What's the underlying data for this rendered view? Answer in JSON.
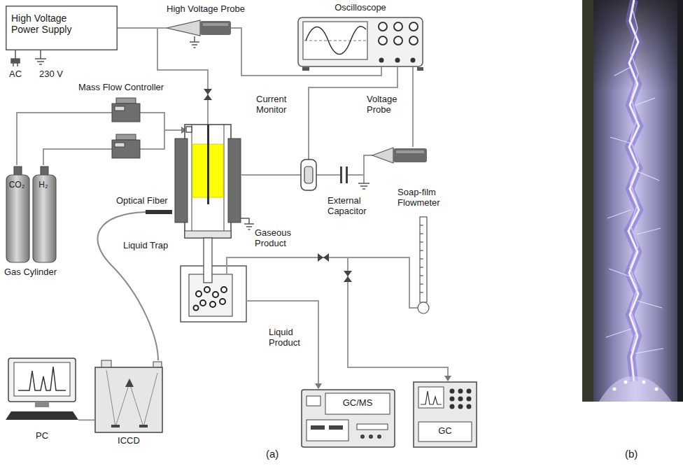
{
  "diagram": {
    "nodes": [
      {
        "text": [
          "High Voltage Power Supply"
        ]
      },
      {
        "text": [
          "High Voltage Probe"
        ]
      },
      {
        "text": [
          "Oscilloscope"
        ]
      },
      {
        "text": [
          "Current Monitor"
        ]
      },
      {
        "text": [
          "Voltage Probe"
        ]
      },
      {
        "text": [
          "CO₂"
        ]
      },
      {
        "text": [
          "H₂"
        ]
      },
      {
        "text": [
          "PC"
        ]
      },
      {
        "text": [
          "ICCD"
        ]
      },
      {
        "text": [
          "GC/MS"
        ]
      },
      {
        "text": [
          "GC"
        ]
      }
    ],
    "edges": [
      {
        "from": 0,
        "to": 1,
        "arrow": "none"
      },
      {
        "from": 1,
        "to": 2,
        "arrow": "none"
      },
      {
        "from": 2,
        "to": 3,
        "arrow": "none"
      },
      {
        "from": 2,
        "to": 4,
        "arrow": "none"
      },
      {
        "from": 8,
        "to": 7,
        "arrow": "none"
      }
    ],
    "labels": [
      "AC",
      "230 V",
      "Mass Flow Controller",
      "Gas Cylinder",
      "Optical Fiber",
      "Liquid Trap",
      "Gaseous Product",
      "Soap-film Flowmeter",
      "Liquid Product",
      "External Capacitor",
      "(a)",
      "(b)"
    ]
  }
}
